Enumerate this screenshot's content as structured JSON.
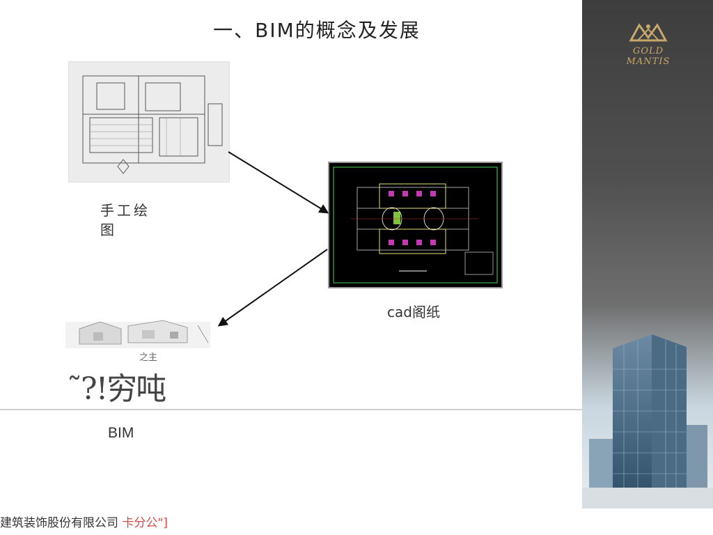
{
  "slide": {
    "title": "一、BIM的概念及发展"
  },
  "flow": {
    "hand_label": "手工绘图",
    "cad_label": "cad阁纸",
    "bim_note": "之主",
    "bim_glyphs": "˜?!穷吨",
    "bim_label": "BIM"
  },
  "brand": {
    "logo_text": "GOLD MANTIS",
    "color_gold": "#c8a86a"
  },
  "footer": {
    "company": "建筑装饰股份有限公司",
    "branch": "卡分公\"]"
  }
}
